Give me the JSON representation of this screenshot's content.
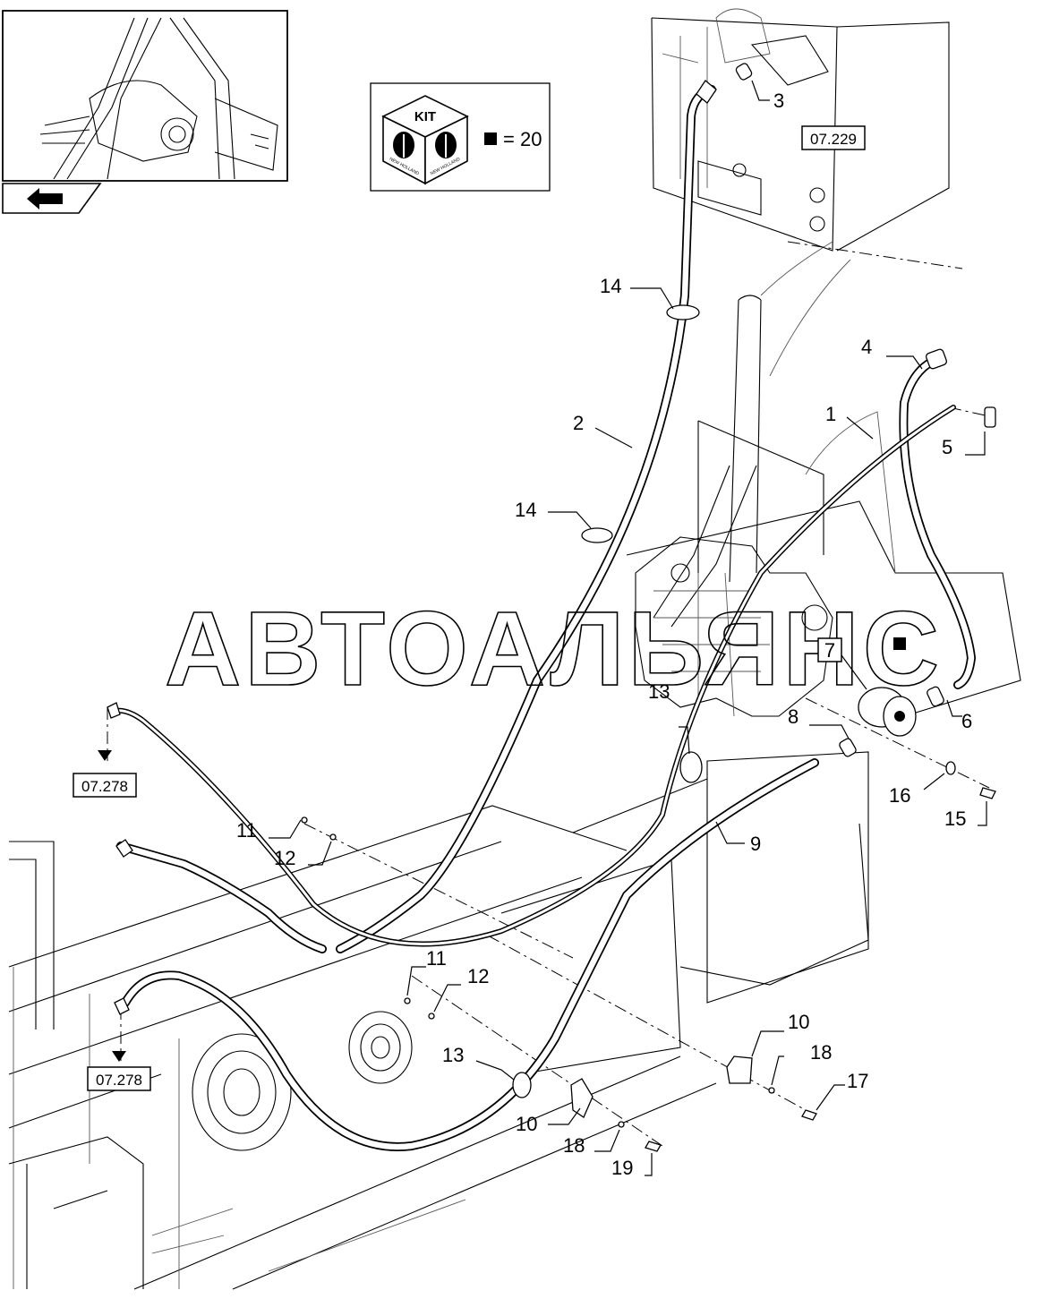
{
  "kit_box": {
    "kit_label": "KIT",
    "logo_text": "NEW HOLLAND",
    "legend": "= 20"
  },
  "watermark": "АВТОАЛЬЯНС",
  "ref_boxes": [
    "07.229",
    "07.278",
    "07.278"
  ],
  "callouts": [
    "3",
    "14",
    "14",
    "2",
    "4",
    "1",
    "5",
    "7",
    "6",
    "8",
    "13",
    "16",
    "15",
    "9",
    "11",
    "12",
    "11",
    "12",
    "13",
    "10",
    "18",
    "17",
    "10",
    "18",
    "19"
  ],
  "icons": {
    "overview_thumbnail": "engine-overview-thumbnail",
    "back_arrow": "back-arrow-icon",
    "kit_cube": "kit-cube-icon",
    "kit_marker": "black-square-icon"
  }
}
